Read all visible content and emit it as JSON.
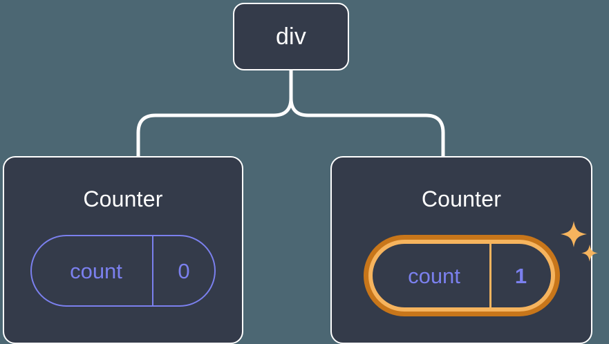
{
  "diagram": {
    "title": "react-component-tree-state-update",
    "background_color": "#4c6773",
    "node_fill": "#343b4a",
    "node_border": "#ffffff",
    "accent_state": "#7b80ee",
    "highlight_outer": "#c8761a",
    "highlight_inner": "#f6b45e"
  },
  "root": {
    "label": "div"
  },
  "children": [
    {
      "label": "Counter",
      "state": {
        "key": "count",
        "value": "0"
      },
      "highlighted": false,
      "sparkle_icon": ""
    },
    {
      "label": "Counter",
      "state": {
        "key": "count",
        "value": "1"
      },
      "highlighted": true,
      "sparkle_icon": "sparkles-icon"
    }
  ]
}
